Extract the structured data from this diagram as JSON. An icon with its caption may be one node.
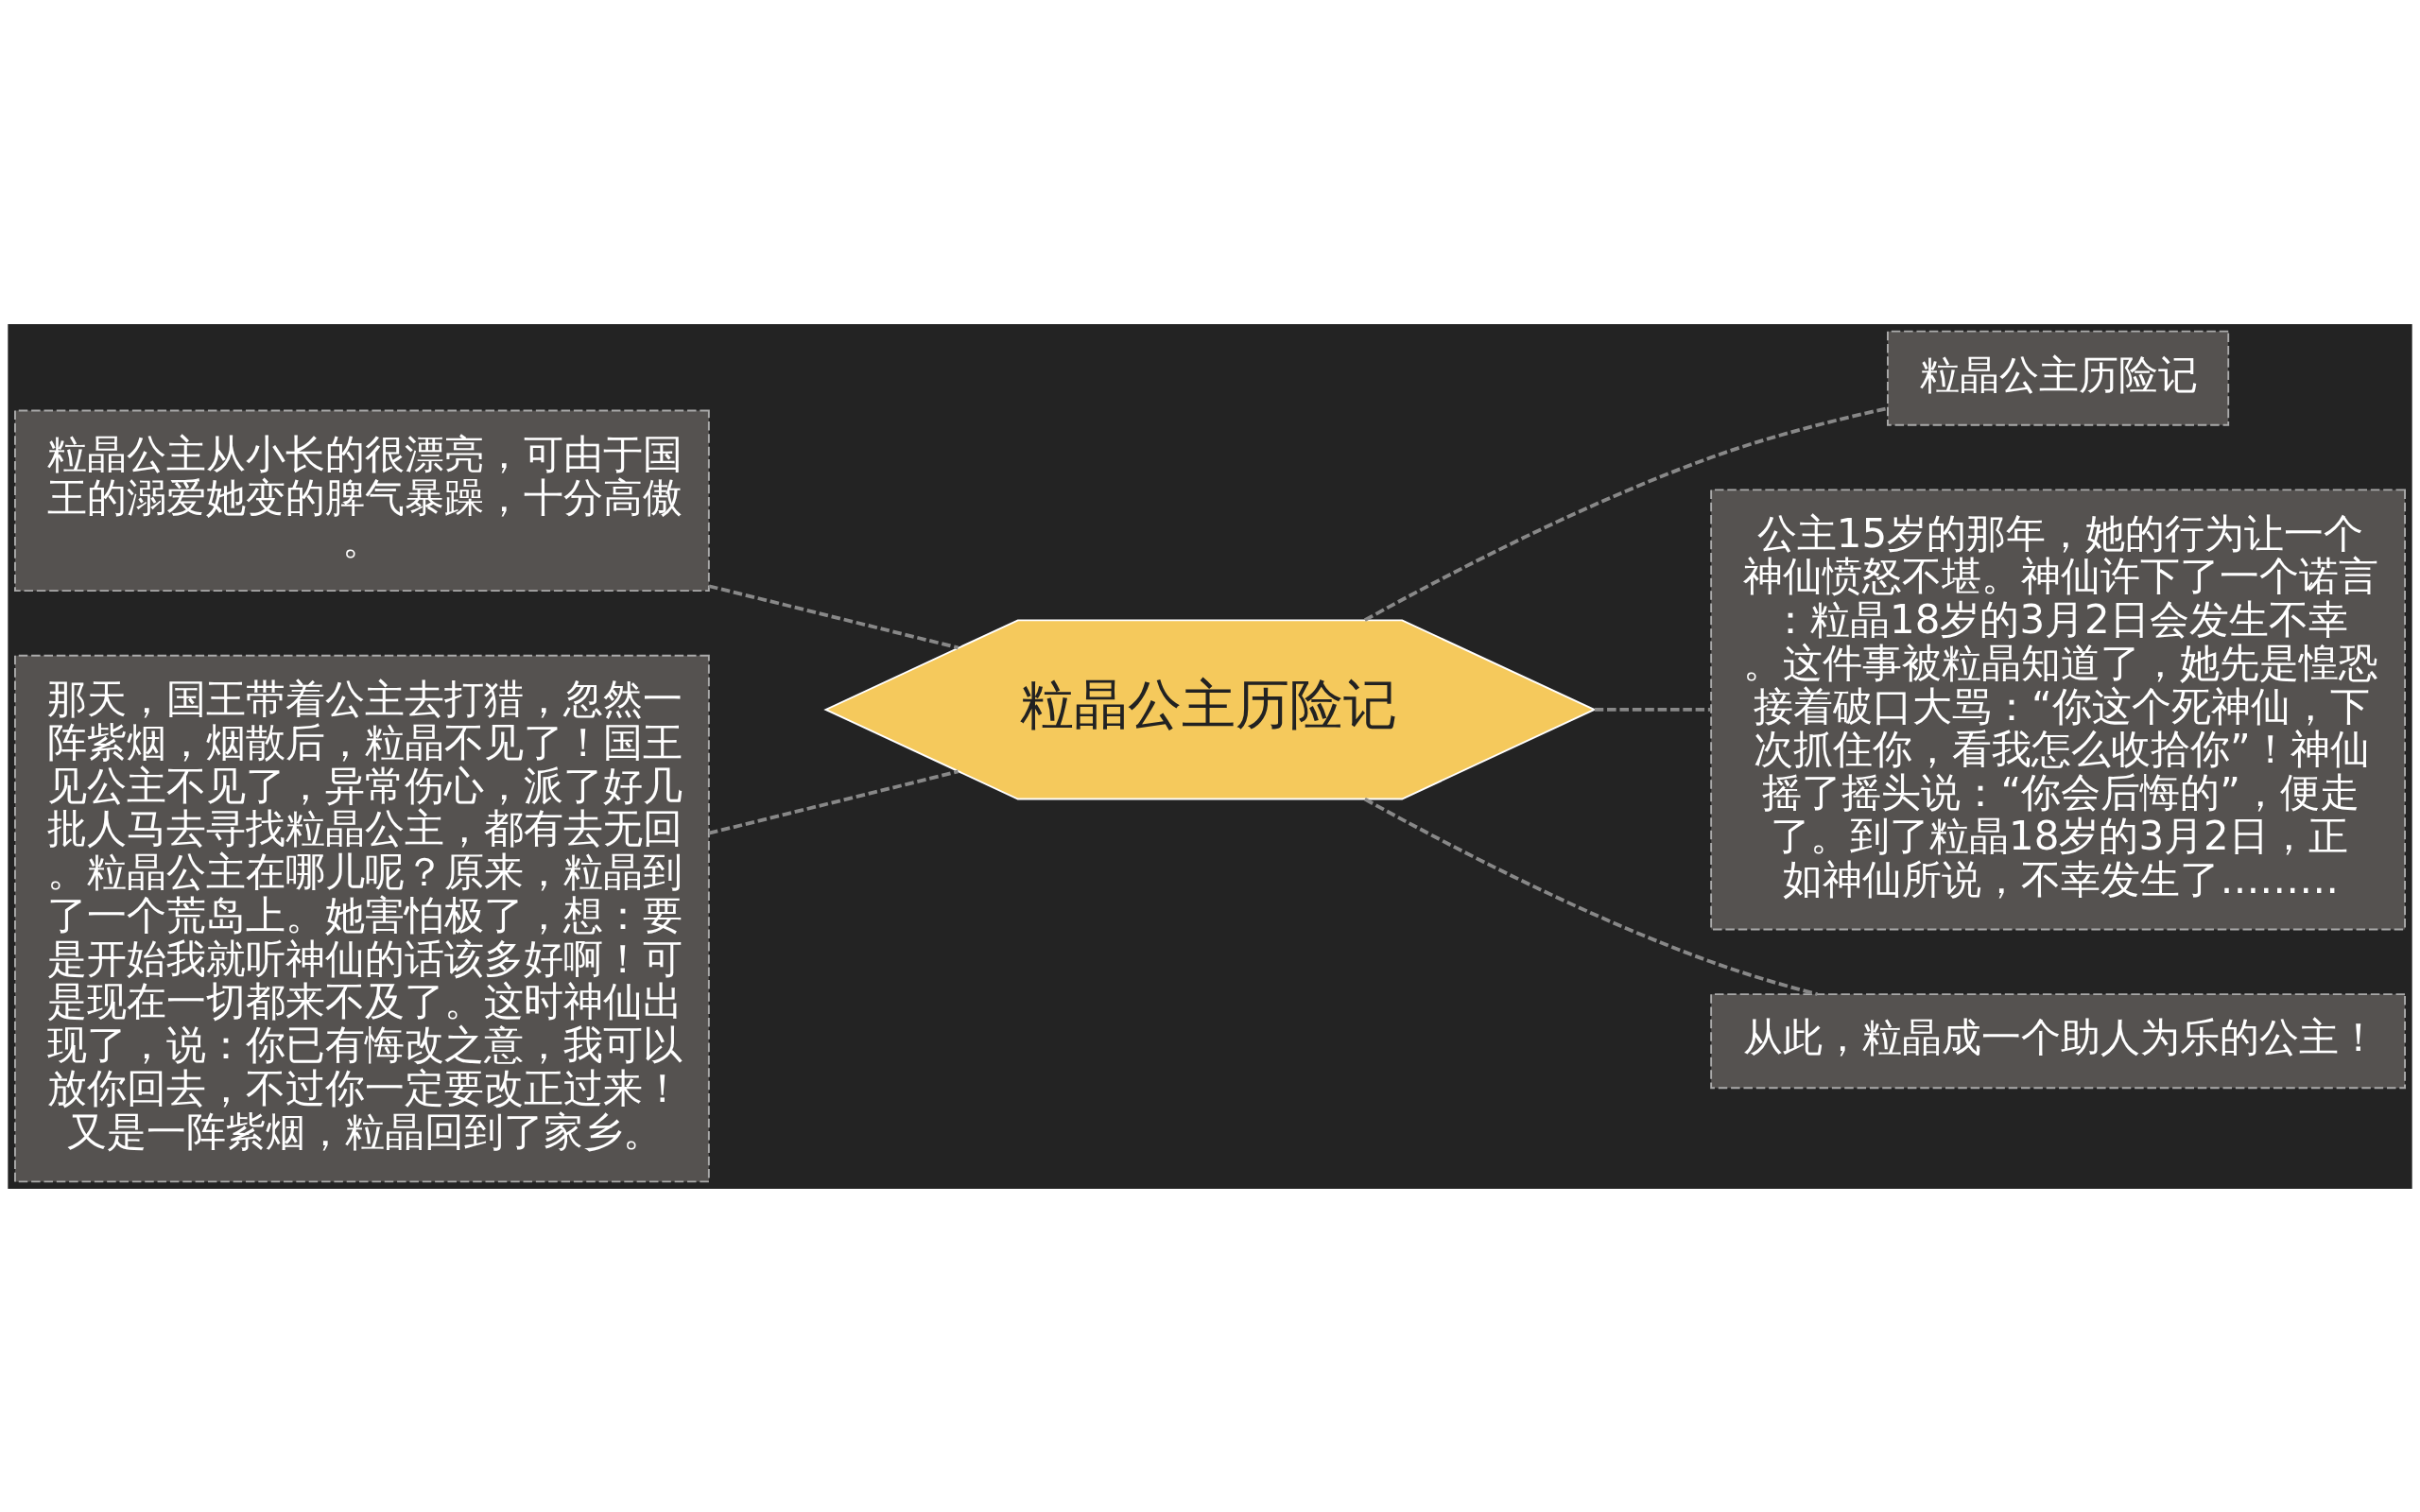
{
  "diagram": {
    "nodes": [
      {
        "text": [
          "粒晶公主历险记"
        ]
      },
      {
        "text": [
          "粒晶公主从小长的很漂亮，可由于国王的溺爱她变的脾气暴躁，十分高傲。"
        ]
      },
      {
        "text": [
          "那天，国王带着公主去打猎，忽然一阵紫烟，烟散后，粒晶不见了！国王见公主不见了，异常伤心，派了好几批人马去寻找粒晶公主，都有去无回。粒晶公主在哪儿呢？原来，粒晶到了一个荒岛上。她害怕极了，想：要是开始我就听神仙的话该多好啊！可是现在一切都来不及了。这时神仙出现了，说：你已有悔改之意，我可以放你回去，不过你一定要改正过来！又是一阵紫烟，粒晶回到了家乡。"
        ]
      },
      {
        "text": [
          "粒晶公主历险记"
        ]
      },
      {
        "text": [
          "公主15岁的那年，她的行为让一个神仙愤怒不堪。神仙许下了一个诺言：粒晶18岁的3月2日会发生不幸。这件事被粒晶知道了，她先是惶恐接着破口大骂：“你这个死神仙，下次抓住你，看我怎么收拾你”！神仙摇了摇头说：“你会后悔的”，便走了。到了粒晶18岁的3月2日，正如神仙所说，不幸发生了………"
        ]
      },
      {
        "text": [
          "从此，粒晶成一个助人为乐的公主！"
        ]
      }
    ],
    "edges": [
      {
        "from": 0,
        "to": 1,
        "arrow": "none",
        "style": "dashed"
      },
      {
        "from": 0,
        "to": 2,
        "arrow": "none",
        "style": "dashed"
      },
      {
        "from": 0,
        "to": 3,
        "arrow": "none",
        "style": "dashed"
      },
      {
        "from": 0,
        "to": 4,
        "arrow": "none",
        "style": "dashed"
      },
      {
        "from": 0,
        "to": 5,
        "arrow": "none",
        "style": "dashed"
      }
    ]
  }
}
